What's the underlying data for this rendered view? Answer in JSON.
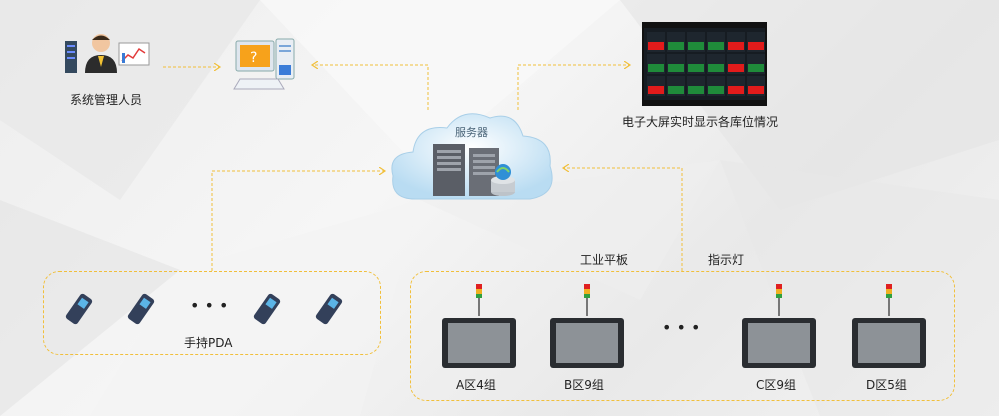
{
  "labels": {
    "admin": "系统管理人员",
    "server": "服务器",
    "big_screen": "电子大屏实时显示各库位情况",
    "pda": "手持PDA",
    "tablet": "工业平板",
    "indicator": "指示灯",
    "ellipsis_left": "• • •",
    "ellipsis_right": "• • •"
  },
  "zones": [
    {
      "label": "A区4组"
    },
    {
      "label": "B区9组"
    },
    {
      "label": "C区9组"
    },
    {
      "label": "D区5组"
    }
  ],
  "colors": {
    "dashed_line": "#f1bf3a",
    "cloud": "#cfe6f6",
    "screen_bg": "#1a1a1a",
    "panel_green": "#1f8b3a",
    "panel_red": "#e21b1b"
  },
  "icons": {
    "admin": "person-with-chart-icon",
    "computer": "computer-icon",
    "server": "server-rack-icon",
    "big_screen": "dashboard-screen-icon",
    "pda": "handheld-pda-icon",
    "tablet": "industrial-tablet-icon",
    "indicator": "signal-tower-light-icon"
  }
}
